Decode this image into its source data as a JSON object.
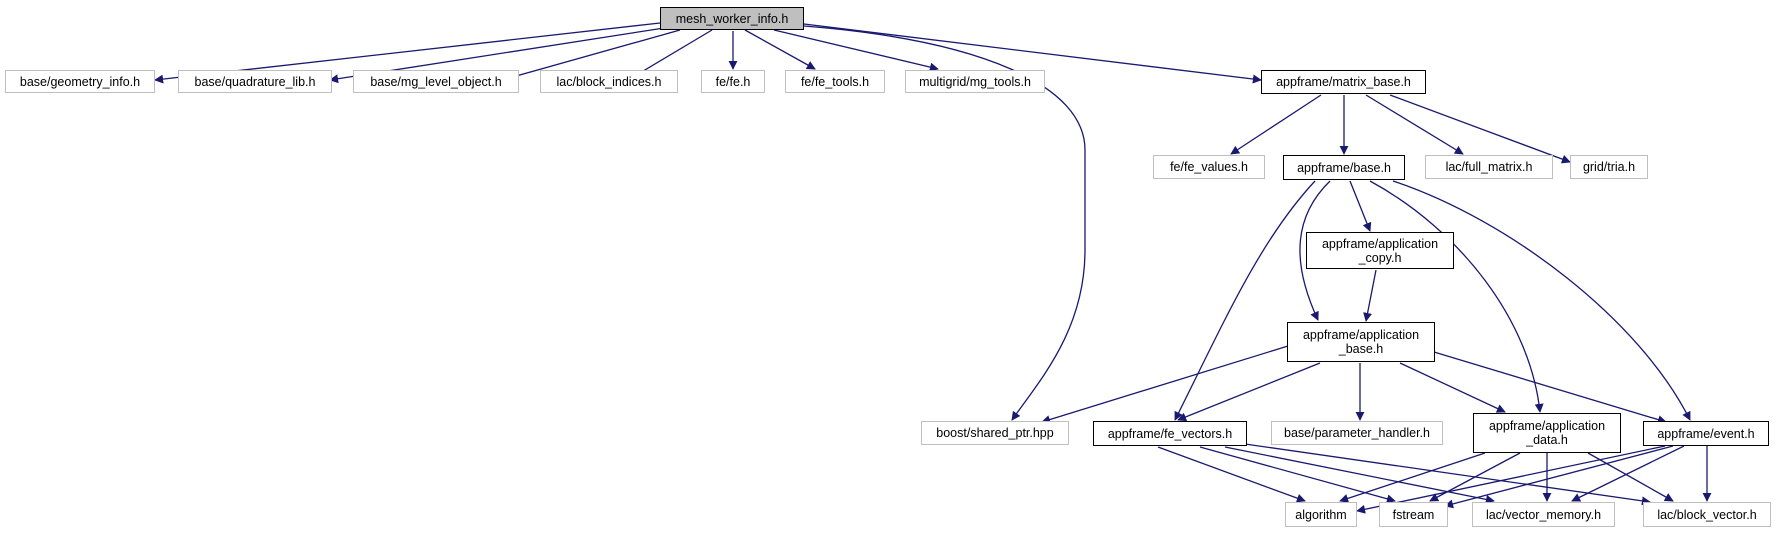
{
  "edge_color": "#191970",
  "nodes": {
    "mesh_worker_info": "mesh_worker_info.h",
    "geometry_info": "base/geometry_info.h",
    "quadrature_lib": "base/quadrature_lib.h",
    "mg_level_object": "base/mg_level_object.h",
    "block_indices": "lac/block_indices.h",
    "fe": "fe/fe.h",
    "fe_tools": "fe/fe_tools.h",
    "mg_tools": "multigrid/mg_tools.h",
    "matrix_base": "appframe/matrix_base.h",
    "fe_values": "fe/fe_values.h",
    "appframe_base": "appframe/base.h",
    "full_matrix": "lac/full_matrix.h",
    "tria": "grid/tria.h",
    "application_copy": "appframe/application\n_copy.h",
    "application_base": "appframe/application\n_base.h",
    "shared_ptr": "boost/shared_ptr.hpp",
    "fe_vectors": "appframe/fe_vectors.h",
    "parameter_handler": "base/parameter_handler.h",
    "application_data": "appframe/application\n_data.h",
    "event": "appframe/event.h",
    "algorithm": "algorithm",
    "fstream": "fstream",
    "vector_memory": "lac/vector_memory.h",
    "block_vector": "lac/block_vector.h"
  }
}
